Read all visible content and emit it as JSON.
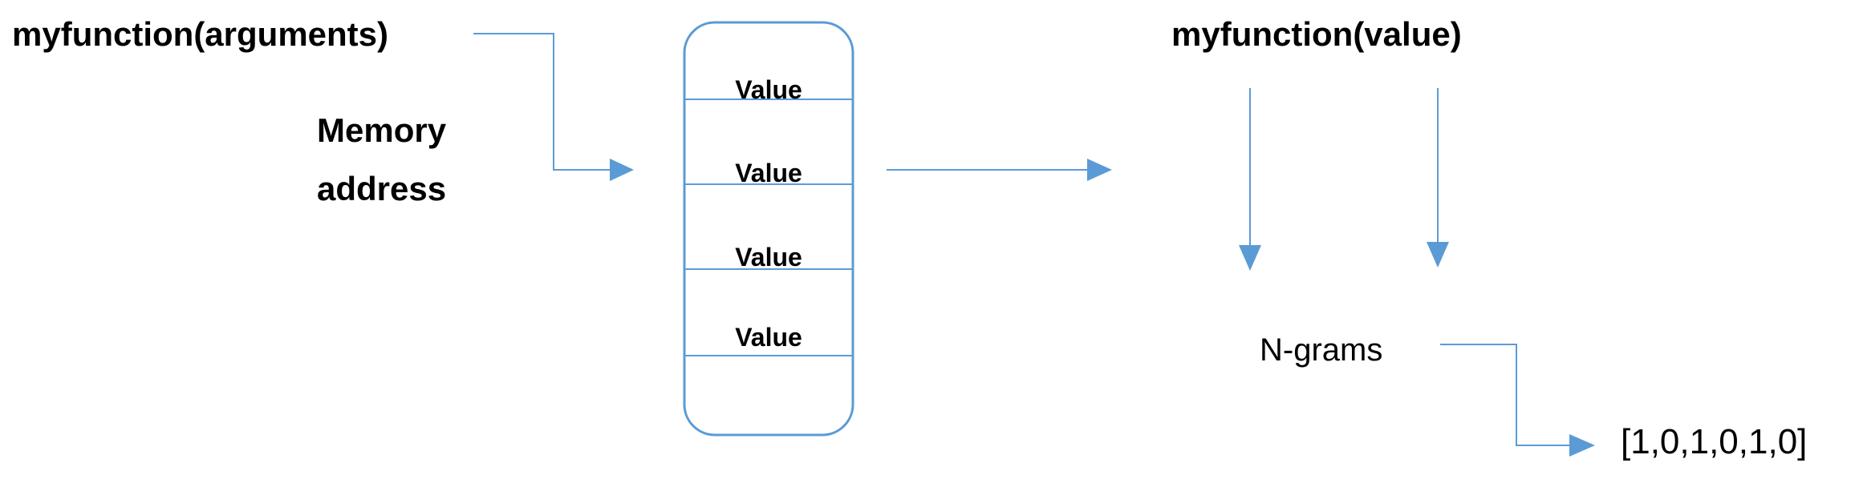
{
  "call_label": "myfunction(arguments)",
  "memory_label_line1": "Memory",
  "memory_label_line2": "address",
  "memory_cells": [
    "Value",
    "Value",
    "Value",
    "Value"
  ],
  "result_call_label": "myfunction(value)",
  "ngrams_label": "N-grams",
  "vector_label": "[1,0,1,0,1,0]",
  "colors": {
    "line": "#5b9bd5",
    "text": "#000000"
  }
}
